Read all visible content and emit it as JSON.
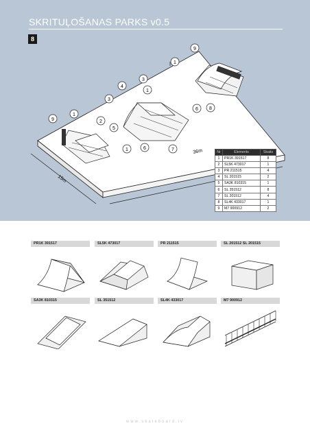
{
  "title": "SKRITUĻOŠANAS PARKS v0.5",
  "page_number": "8",
  "plan": {
    "dim_width": "15m",
    "dim_length": "36m",
    "callouts": [
      "9",
      "1",
      "1",
      "3",
      "4",
      "3",
      "2",
      "5",
      "9",
      "1",
      "6",
      "8",
      "6",
      "7",
      "1"
    ]
  },
  "parts_table": {
    "headers": [
      "Nr",
      "Elements",
      "Skaits"
    ],
    "rows": [
      {
        "nr": "1",
        "code": "PR1K 391517",
        "qty": "8"
      },
      {
        "nr": "2",
        "code": "SL5K 473017",
        "qty": "1"
      },
      {
        "nr": "3",
        "code": "PR     211515",
        "qty": "4"
      },
      {
        "nr": "4",
        "code": "SL     201515",
        "qty": "2"
      },
      {
        "nr": "5",
        "code": "SA3K 810315",
        "qty": "1"
      },
      {
        "nr": "6",
        "code": "SL     351512",
        "qty": "8"
      },
      {
        "nr": "7",
        "code": "SL     201512",
        "qty": "4"
      },
      {
        "nr": "8",
        "code": "SL4K 433017",
        "qty": "1"
      },
      {
        "nr": "9",
        "code": "M7 900912",
        "qty": "2"
      }
    ]
  },
  "elements": [
    {
      "label": "PR1K 391517",
      "icon": "quarter-pipe-icon"
    },
    {
      "label": "SL5K 473017",
      "icon": "funbox-icon"
    },
    {
      "label": "PR 211515",
      "icon": "quarter-pipe-small-icon"
    },
    {
      "label": "SL 201512   SL 201515",
      "icon": "box-icon"
    },
    {
      "label": "SA3K 810315",
      "icon": "pyramid-icon"
    },
    {
      "label": "SL 351512",
      "icon": "ramp-icon"
    },
    {
      "label": "SL4K 433017",
      "icon": "bank-ramp-icon"
    },
    {
      "label": "M7 900912",
      "icon": "rail-icon"
    }
  ],
  "footer": "www.skateboard.lv"
}
